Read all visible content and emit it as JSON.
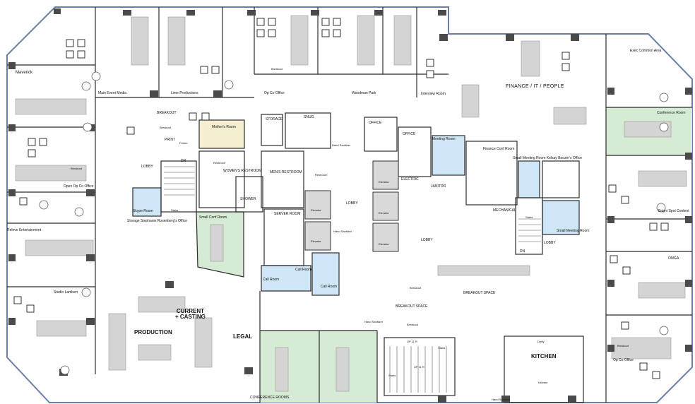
{
  "colors": {
    "wall": "#2b2b2b",
    "glass": "#6b7fa8",
    "desk": "#d4d4d4",
    "conference": "#d6ebd3",
    "meeting": "#cfe6f6",
    "mothers_room": "#f3efcf",
    "column": "#4a4a4a"
  },
  "rooms": {
    "maverick": "Maverick",
    "main_event_media": "Main Event Media",
    "lime_productions": "Lime Productions",
    "op_co_office_top": "Op Co Office",
    "woodman_park": "Woodman Park",
    "interview_room": "Interview Room",
    "finance_it_people": "FINANCE / IT / PEOPLE",
    "exec_common_area": "Exec Common Area",
    "conference_room_right": "Conference Room",
    "bright_spot_content": "Bright Spot Content",
    "omga": "OMGA",
    "op_co_office_right": "Op Co Office",
    "open_op_co_office": "Open Op Co Office",
    "releve_entertainment": "Releve Entertainment",
    "studio_lambert": "Studio Lambert",
    "breakout_upper": "BREAKOUT",
    "print": "PRINT",
    "mothers_room": "Mother's Room",
    "storage_top": "STORAGE",
    "snug": "SNUG",
    "office_1": "OFFICE",
    "office_2": "OFFICE",
    "meeting_room": "Meeting Room",
    "finance_conf_room": "Finance Conf Room",
    "small_meeting_room_kelsay": "Small Meeting Room Kelsay Boozer's Office",
    "lobby_left": "LOBBY",
    "womens_restroom": "WOMEN'S RESTROOM",
    "mens_restroom": "MEN'S RESTROOM",
    "electric": "ELECTRIC",
    "janitor": "JANITOR",
    "mechanical": "MECHANICAL",
    "skype_room": "Skype Room",
    "storage_stephanie": "Storage Stephanie Rosenberg's Office",
    "small_conf_room": "Small Conf Room",
    "shower": "SHOWER",
    "server_room": "SERVER ROOM",
    "lobby_center": "LOBBY",
    "lobby_mid": "LOBBY",
    "lobby_right": "LOBBY",
    "small_meeting_room_right": "Small Meeting Room",
    "call_room_1": "Call Room",
    "call_room_2": "Call Room",
    "call_room_3": "Call Room",
    "breakout_space_upper": "BREAKOUT SPACE",
    "breakout_space_center": "BREAKOUT SPACE",
    "current_casting": "CURRENT\n+ CASTING",
    "production": "PRODUCTION",
    "legal": "LEGAL",
    "kitchen": "KITCHEN",
    "conference_rooms": "CONFERENCE ROOMS"
  },
  "small_labels": {
    "breakout": "Breakout",
    "printer": "Printer",
    "restroom": "Restroom",
    "hand_sanitizer": "Hand Sanitizer",
    "stairs": "Stairs",
    "elevator": "Elevator",
    "dn": "DN",
    "crafty": "Crafty",
    "kitchen_small": "Kitchen",
    "up_stairs": "UP 11 R",
    "up_stairs_2": "UP 11 R",
    "breakout_space_sub": "Breakout"
  }
}
